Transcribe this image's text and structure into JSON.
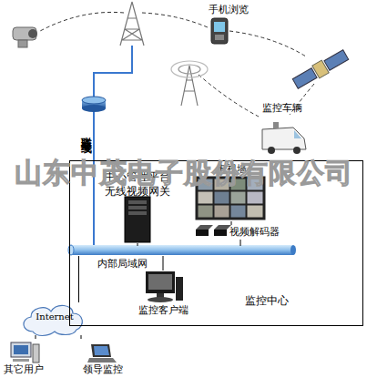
{
  "diagram": {
    "nodes": [
      {
        "text": [
          "手机浏览"
        ]
      },
      {
        "text": [
          "监控车辆"
        ]
      },
      {
        "text": [
          "监控中心"
        ]
      },
      {
        "text": [
          "中心管理平台 无线视频网关"
        ],
        "in": 2
      },
      {
        "text": [
          "电视墙"
        ],
        "in": 2
      },
      {
        "text": [
          "视频解码器"
        ],
        "in": 2
      },
      {
        "text": [
          "内部局域网"
        ],
        "in": 2
      },
      {
        "text": [
          "监控客户端"
        ],
        "in": 2
      },
      {
        "text": [
          "Internet"
        ]
      },
      {
        "text": [
          "其它用户"
        ]
      },
      {
        "text": [
          "领导监控"
        ]
      }
    ],
    "edges": [
      {
        "from": 6,
        "to": 3,
        "arrow": "none"
      },
      {
        "from": 6,
        "to": 5,
        "arrow": "none"
      },
      {
        "from": 5,
        "to": 4,
        "arrow": "none"
      },
      {
        "from": 6,
        "to": 7,
        "arrow": "none"
      },
      {
        "from": 6,
        "to": 8,
        "arrow": "none"
      },
      {
        "from": 8,
        "to": 9,
        "arrow": "none"
      },
      {
        "from": 8,
        "to": 10,
        "arrow": "none"
      }
    ],
    "labels": [
      "联通专线",
      "山东中茂电子股份有限公司"
    ]
  }
}
